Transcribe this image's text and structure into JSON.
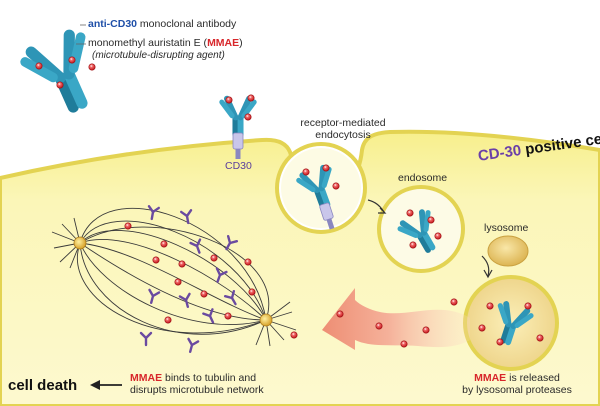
{
  "legend": {
    "antibody_highlight": "anti-CD30",
    "antibody_rest": " monoclonal antibody",
    "drug_line1_prefix": "monomethyl auristatin E (",
    "drug_highlight": "MMAE",
    "drug_line1_suffix": ")",
    "drug_line2": "(microtubule-disrupting agent)"
  },
  "labels": {
    "cd30": "CD30",
    "endocytosis_line1": "receptor-mediated",
    "endocytosis_line2": "endocytosis",
    "endosome": "endosome",
    "lysosome": "lysosome",
    "positive_cell_part1": "CD-30",
    "positive_cell_part2": " positive cell",
    "released_highlight": "MMAE",
    "released_rest": " is released",
    "released_line2": "by lysosomal proteases",
    "binds_highlight": "MMAE",
    "binds_rest": " binds to tubulin and",
    "binds_line2": "disrupts microtubule network",
    "cell_death": "cell death"
  },
  "colors": {
    "cell_fill": "#fbf6b4",
    "membrane": "#e6d95a",
    "antibody": "#3aa7c6",
    "drug": "#d8262a",
    "receptor": "#b7b4de",
    "lysosome": "#e9c56a",
    "arrow": "#f2a089",
    "tubulin": "#6a4aa0"
  }
}
